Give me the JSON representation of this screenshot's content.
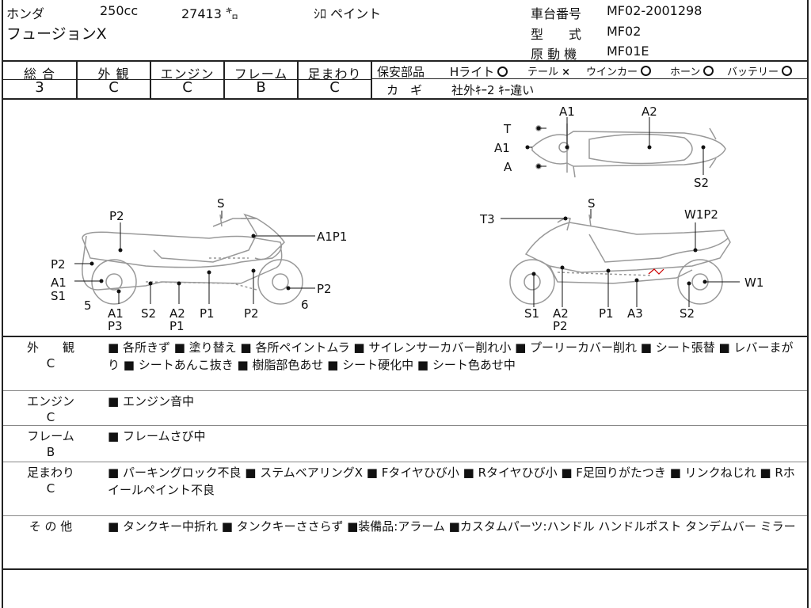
{
  "header": {
    "maker": "ホンダ",
    "displacement": "250cc",
    "mileage": "27413 ㌔",
    "color": "ｼﾛ ペイント",
    "model_name": "フュージョンX",
    "frame_no_label": "車台番号",
    "frame_no": "MF02-2001298",
    "type_label": "型　　式",
    "type": "MF02",
    "engine_label": "原 動 機",
    "engine": "MF01E"
  },
  "grades": [
    {
      "label": "総 合",
      "value": "3"
    },
    {
      "label": "外 観",
      "value": "C"
    },
    {
      "label": "エンジン",
      "value": "C"
    },
    {
      "label": "フレーム",
      "value": "B"
    },
    {
      "label": "足まわり",
      "value": "C"
    }
  ],
  "safety": {
    "title": "保安部品",
    "headlight": "Hライト",
    "tail": "テール",
    "tail_mark": "×",
    "winker": "ウインカー",
    "horn": "ホーン",
    "battery": "バッテリー",
    "key_label": "カ　ギ",
    "key_value": "社外ｷｰ2 ｷｰ違い"
  },
  "diagram_labels": {
    "top": [
      "T",
      "A1",
      "A",
      "A1",
      "A2",
      "S2"
    ],
    "left": [
      "S",
      "P2",
      "A1P1",
      "P2",
      "A1",
      "S1",
      "5",
      "A1",
      "P3",
      "S2",
      "A2",
      "P1",
      "P1",
      "P2",
      "P2",
      "6"
    ],
    "right": [
      "S",
      "T3",
      "W1P2",
      "W1",
      "S1",
      "A2",
      "P2",
      "P1",
      "A3",
      "S2"
    ]
  },
  "sections": [
    {
      "key": "外　　観",
      "grade": "C",
      "text": "■ 各所きず ■ 塗り替え ■ 各所ペイントムラ ■ サイレンサーカバー削れ小 ■ プーリーカバー削れ ■ シート張替 ■ レバーまがり ■ シートあんこ抜き ■ 樹脂部色あせ ■ シート硬化中 ■ シート色あせ中"
    },
    {
      "key": "エンジン",
      "grade": "C",
      "text": "■ エンジン音中"
    },
    {
      "key": "フレーム",
      "grade": "B",
      "text": "■ フレームさび中"
    },
    {
      "key": "足まわり",
      "grade": "C",
      "text": "■ パーキングロック不良 ■ ステムベアリングX ■ Fタイヤひび小 ■ Rタイヤひび小 ■ F足回りがたつき ■ リンクねじれ ■ Rホイールペイント不良"
    },
    {
      "key": "そ の 他",
      "grade": "",
      "text": "■ タンクキー中折れ ■ タンクキーささらず ■装備品:アラーム ■カスタムパーツ:ハンドル ハンドルポスト タンデムバー ミラー"
    }
  ]
}
